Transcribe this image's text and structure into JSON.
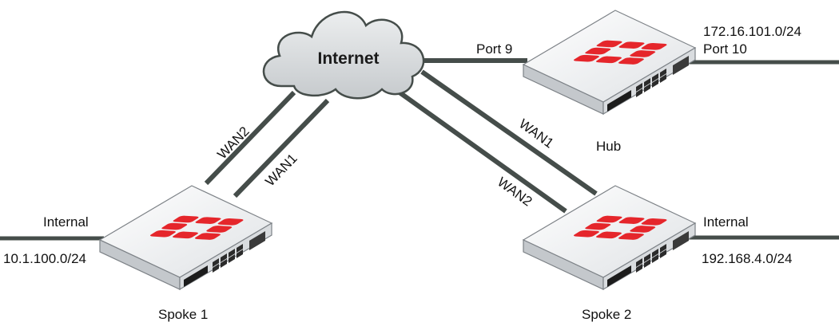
{
  "cloud": {
    "label": "Internet"
  },
  "hub": {
    "name": "Hub",
    "port_wan": "Port 9",
    "port_lan": "Port 10",
    "lan_subnet": "172.16.101.0/24",
    "brand": "FORTINET"
  },
  "spoke1": {
    "name": "Spoke 1",
    "lan_label": "Internal",
    "lan_subnet": "10.1.100.0/24",
    "wan1": "WAN1",
    "wan2": "WAN2",
    "brand": "FORTINET"
  },
  "spoke2": {
    "name": "Spoke 2",
    "lan_label": "Internal",
    "lan_subnet": "192.168.4.0/24",
    "wan1": "WAN1",
    "wan2": "WAN2",
    "brand": "FORTINET"
  },
  "colors": {
    "link": "#454d4a",
    "logo_red": "#e5262b",
    "device_top": "#eef0f2",
    "device_side": "#c9cdd1",
    "cloud_fill": "#d7dadc",
    "cloud_stroke": "#454d4a"
  }
}
